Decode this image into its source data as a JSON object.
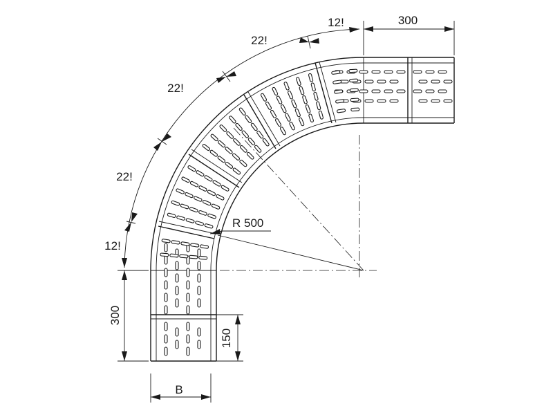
{
  "dimensions": {
    "straight_top_length": "300",
    "straight_left_length": "300",
    "half_section": "150",
    "radius": "R 500",
    "width": "B",
    "angles": {
      "a1": "12!",
      "a2": "22!",
      "a3": "22!",
      "a4": "22!",
      "a5": "12!"
    }
  },
  "colors": {
    "ink": "#1a1a1a",
    "paper": "#ffffff"
  }
}
